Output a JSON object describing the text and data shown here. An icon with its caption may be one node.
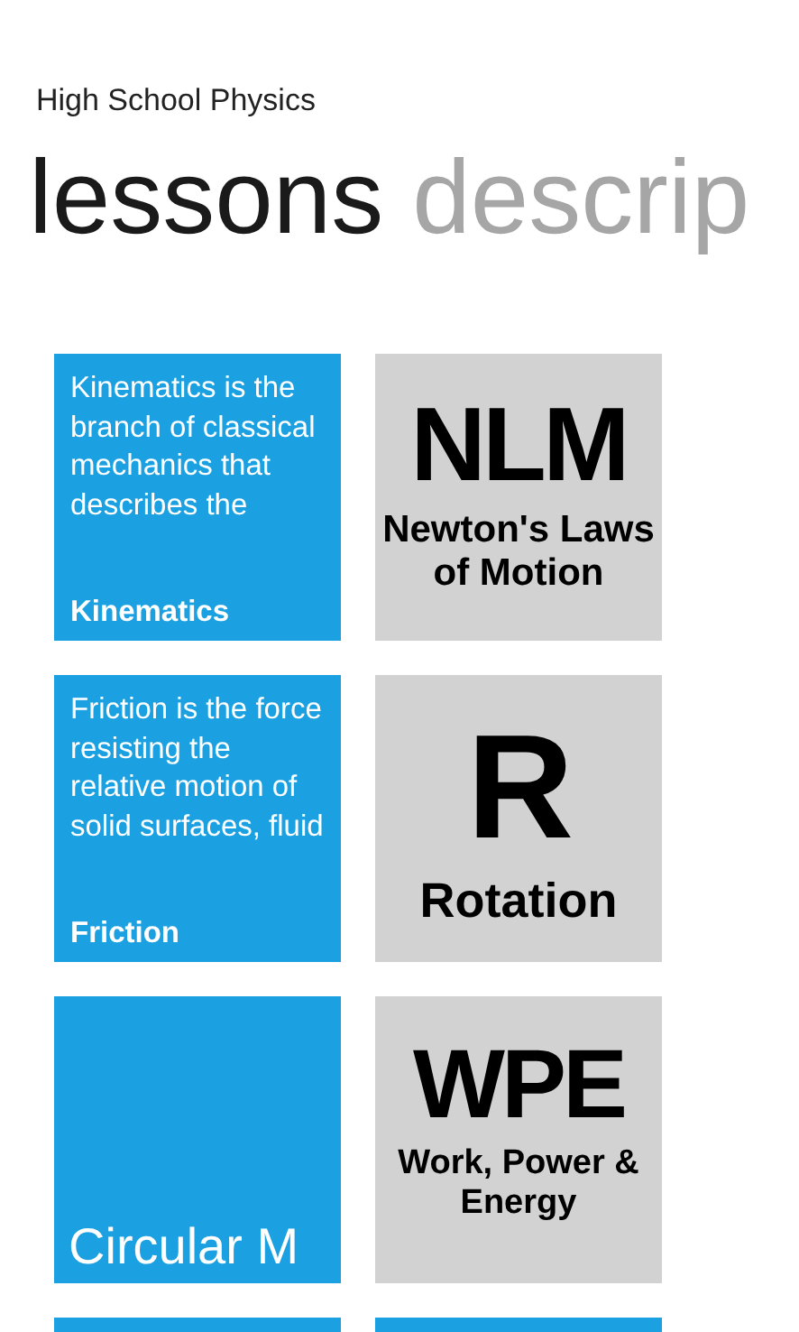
{
  "diagram": {
    "title": "High School Physics",
    "nodes": [
      {
        "text": [
          "Kinematics is the branch of classical mechanics that describes the",
          "Kinematics"
        ]
      },
      {
        "text": [
          "NLM",
          "Newton's Laws of Motion"
        ]
      },
      {
        "text": [
          "Friction is the force resisting the relative motion of solid surfaces, fluid",
          "Friction"
        ]
      },
      {
        "text": [
          "R",
          "Rotation"
        ]
      },
      {
        "text": [
          "Circular M"
        ]
      },
      {
        "text": [
          "WPE",
          "Work, Power & Energy"
        ]
      },
      {
        "text": [],
        "shape": "box"
      },
      {
        "text": [],
        "shape": "box"
      }
    ],
    "edges": [],
    "labels": [
      "lessons",
      "descrip"
    ]
  }
}
